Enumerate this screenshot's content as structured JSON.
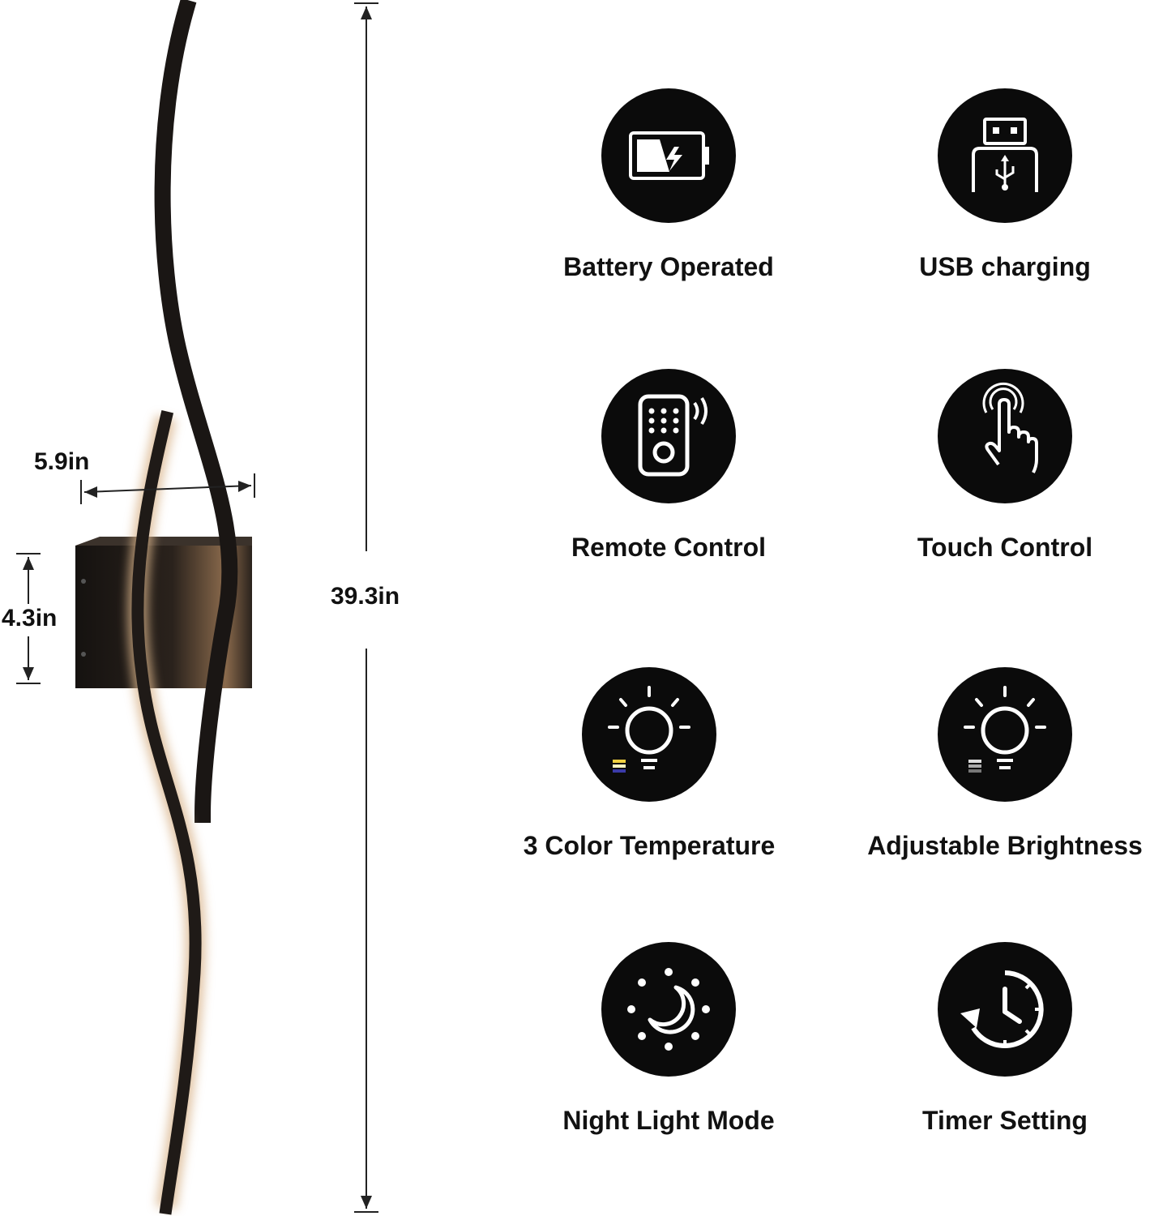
{
  "dimensions": {
    "width_label": "5.9in",
    "height_label": "4.3in",
    "length_label": "39.3in"
  },
  "features": [
    {
      "label": "Battery Operated",
      "icon": "battery-icon"
    },
    {
      "label": "USB charging",
      "icon": "usb-icon"
    },
    {
      "label": "Remote Control",
      "icon": "remote-icon"
    },
    {
      "label": "Touch Control",
      "icon": "touch-icon"
    },
    {
      "label": "3 Color Temperature",
      "icon": "color-temperature-icon"
    },
    {
      "label": "Adjustable Brightness",
      "icon": "brightness-icon"
    },
    {
      "label": "Night Light Mode",
      "icon": "night-light-icon"
    },
    {
      "label": "Timer Setting",
      "icon": "timer-icon"
    }
  ],
  "colors": {
    "icon_circle": "#0b0b0b",
    "lamp_body": "#1a1614",
    "glow": "#d9b48a"
  }
}
